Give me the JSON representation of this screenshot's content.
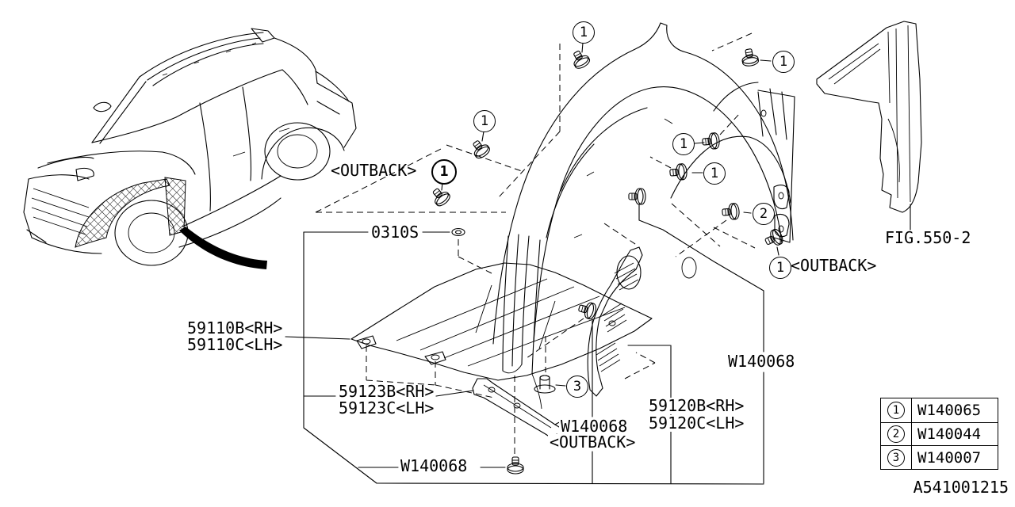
{
  "diagram": {
    "figure_reference": "FIG.550-2",
    "drawing_code": "A541001215"
  },
  "labels": {
    "outback_top": "<OUTBACK>",
    "grommet_code": "0310S",
    "under_cover_rh": "59110B<RH>",
    "under_cover_lh": "59110C<LH>",
    "bracket_rh": "59123B<RH>",
    "bracket_lh": "59123C<LH>",
    "air_guide_rh": "59120B<RH>",
    "air_guide_lh": "59120C<LH>",
    "clip_right_part": "W140068",
    "clip_outback_part": "W140068",
    "clip_outback_note": "<OUTBACK>",
    "clip_bottom_part": "W140068",
    "outback_mid": "<OUTBACK>"
  },
  "callouts": {
    "c1": "1",
    "c2": "2",
    "c3": "3"
  },
  "legend": {
    "rows": [
      {
        "num": "1",
        "part": "W140065"
      },
      {
        "num": "2",
        "part": "W140044"
      },
      {
        "num": "3",
        "part": "W140007"
      }
    ]
  }
}
